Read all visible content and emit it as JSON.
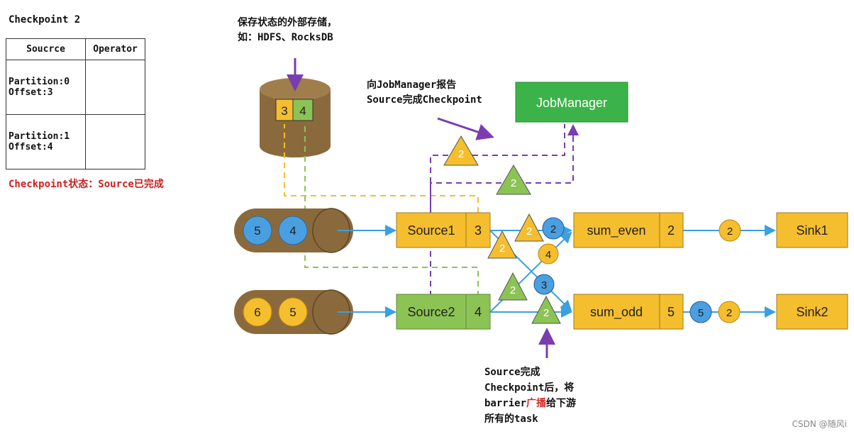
{
  "title": "Checkpoint 2",
  "table": {
    "headers": [
      "Soucrce",
      "Operator"
    ],
    "rows": [
      {
        "partition": "Partition:0",
        "offset": "Offset:3"
      },
      {
        "partition": "Partition:1",
        "offset": "Offset:4"
      }
    ]
  },
  "status_text": "Checkpoint状态：Source已完成",
  "storage_note": [
    "保存状态的外部存储，",
    "如：HDFS、RocksDB"
  ],
  "storage_values": [
    "3",
    "4"
  ],
  "report_note": [
    "向JobManager报告",
    "Source完成Checkpoint"
  ],
  "jobmanager_label": "JobManager",
  "inputs": {
    "top": [
      "5",
      "4"
    ],
    "bottom": [
      "6",
      "5"
    ]
  },
  "sources": [
    {
      "name": "Source1",
      "offset": "3"
    },
    {
      "name": "Source2",
      "offset": "4"
    }
  ],
  "operators": [
    {
      "name": "sum_even",
      "value": "2"
    },
    {
      "name": "sum_odd",
      "value": "5"
    }
  ],
  "sinks": [
    "Sink1",
    "Sink2"
  ],
  "barrier_label": "2",
  "records": {
    "blue_2": "2",
    "yellow_4": "4",
    "blue_3": "3",
    "sink1_record": "2",
    "sink2_blue": "5",
    "sink2_yellow": "2"
  },
  "broadcast_note": {
    "line1": "Source完成",
    "line2": "Checkpoint后，将",
    "line3_a": "barrier",
    "line3_red": "广播",
    "line3_b": "给下游",
    "line4": "所有的task"
  },
  "watermark": "CSDN @随风i",
  "colors": {
    "yellow": "#f5be2e",
    "green": "#8cc355",
    "blue": "#4a9fe0",
    "jobmanager": "#3bb349",
    "cylinder": "#8a6a3c",
    "arrow_blue": "#3aa0e0",
    "purple": "#7a3db0"
  }
}
